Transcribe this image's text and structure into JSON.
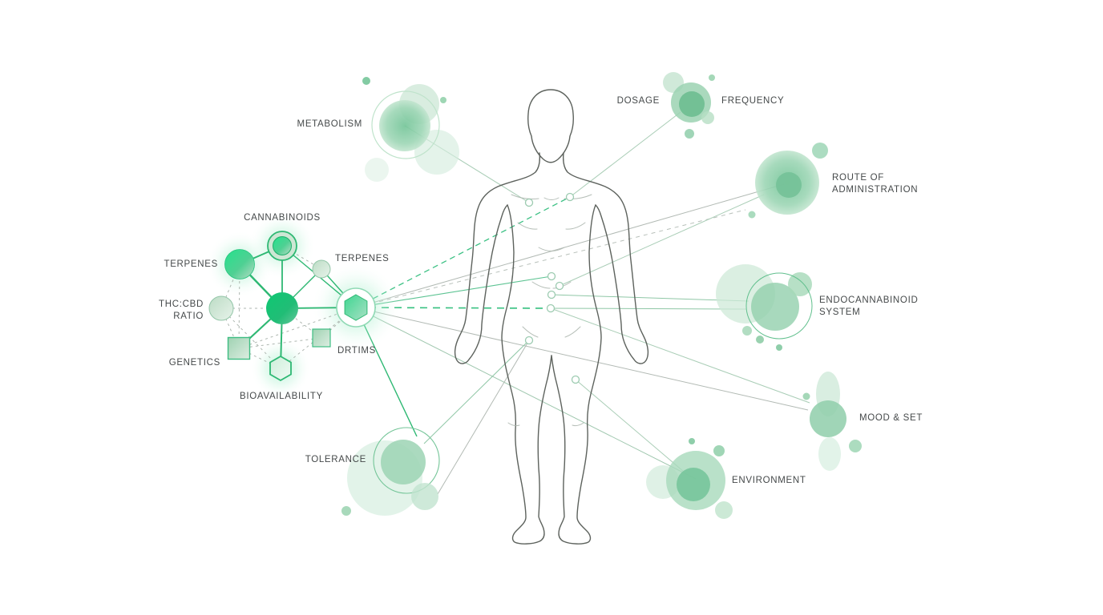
{
  "labels": {
    "metabolism": "METABOLISM",
    "dosage": "DOSAGE",
    "frequency": "FREQUENCY",
    "route_of_administration": "ROUTE OF\nADMINISTRATION",
    "endocannabinoid_system": "ENDOCANNABINOID\nSYSTEM",
    "mood_and_set": "MOOD & SET",
    "environment": "ENVIRONMENT",
    "tolerance": "TOLERANCE",
    "cannabinoids": "CANNABINOIDS",
    "terpenes_left": "TERPENES",
    "terpenes_right": "TERPENES",
    "thc_cbd_ratio": "THC:CBD\nRATIO",
    "genetics": "GENETICS",
    "drtims": "DRTIMS",
    "bioavailability": "BIOAVAILABILITY"
  },
  "icons": {
    "cannabinoids": "ring-circle-icon",
    "terpenes_left": "circle-icon",
    "terpenes_right": "circle-icon",
    "thc_cbd_ratio": "circle-icon",
    "genetics": "square-icon",
    "drtims": "square-icon",
    "bioavailability": "hexagon-icon",
    "hub": "hexagon-in-circle-icon",
    "body": "human-figure-outline-icon"
  },
  "colors": {
    "background": "#ffffff",
    "accent_green": "#2eb873",
    "bright_green": "#24e28c",
    "deep_green": "#0ec873",
    "light_sage": "#c2dfc9",
    "soft_node_green": "#9dd6b5",
    "halo_green": "#7deab5",
    "dashed_gray": "#aeb7b0",
    "connector_gray": "#b2bab4",
    "body_outline": "#5d625d",
    "label_text": "#45494a"
  }
}
